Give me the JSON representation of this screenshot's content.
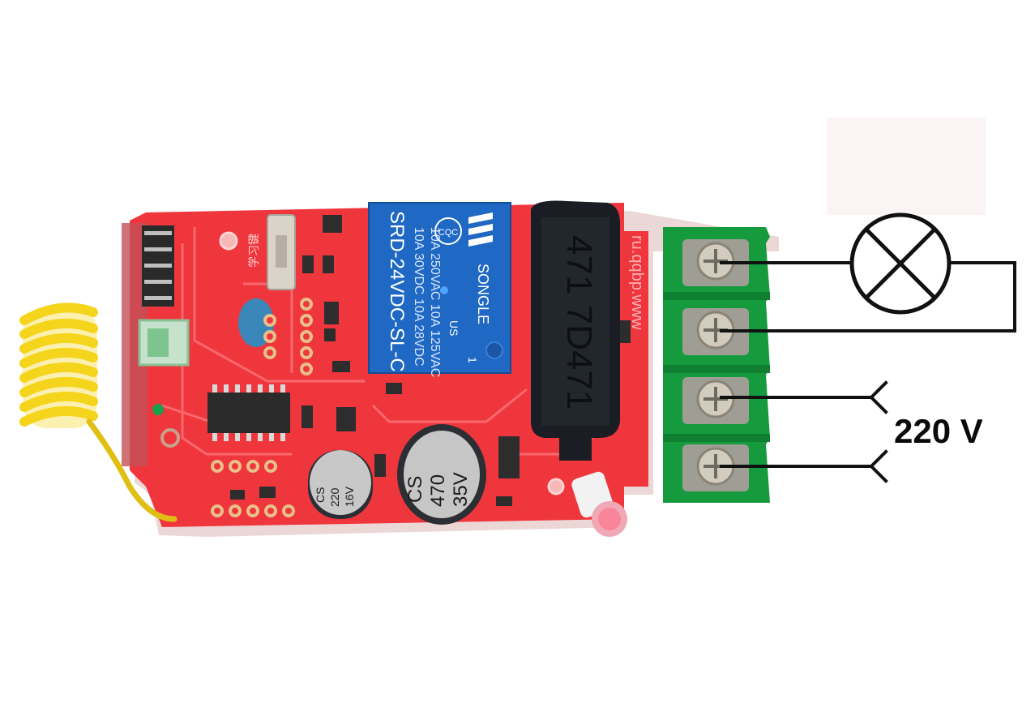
{
  "photo": {
    "board_color": "#f0363d",
    "relay_color": "#1f68c4",
    "terminal_color": "#159a3e",
    "antenna_color": "#f5d41c"
  },
  "relay": {
    "brand": "SONGLE",
    "cert_mark": "CQC",
    "model": "SRD-24VDC-SL-C",
    "rating_line1": "10A 250VAC  10A 125VAC",
    "rating_line2": "10A 30VDC  10A 28VDC",
    "us_mark": "US",
    "pin_number": "1"
  },
  "capacitor_large": {
    "brand": "CS",
    "value": "470",
    "voltage": "35V"
  },
  "capacitor_small": {
    "brand": "CS",
    "value": "220",
    "voltage": "16V"
  },
  "varistor": {
    "marking": "471 7D471"
  },
  "diagram": {
    "voltage_label": "220 V"
  }
}
